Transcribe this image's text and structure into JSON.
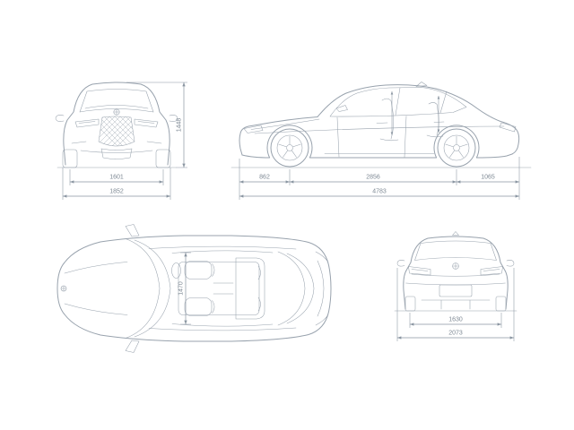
{
  "page": {
    "background": "#ffffff"
  },
  "style": {
    "line_color": "#98a2ad",
    "dim_color": "#8a95a1",
    "text_color": "#7e8994"
  },
  "icons": {
    "brand_roundel": "circle-with-cross-quadrants",
    "shark_fin_antenna": "small-triangle"
  },
  "dimensions": {
    "front_view": {
      "front_track": "1601",
      "overall_width": "1852",
      "overall_height": "1448"
    },
    "side_view": {
      "front_overhang": "862",
      "wheelbase": "2856",
      "rear_overhang": "1065",
      "overall_length": "4783"
    },
    "top_view": {
      "interior_width": "1470"
    },
    "rear_view": {
      "rear_track": "1630",
      "overall_width_incl_mirrors": "2073"
    }
  }
}
